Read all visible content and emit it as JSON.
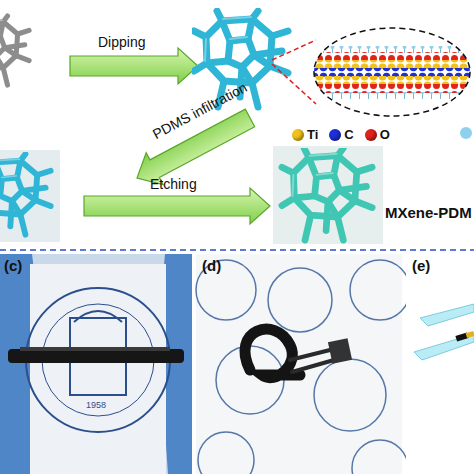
{
  "diagram": {
    "nodes": [
      {
        "text": [
          "MXene-PDM"
        ]
      }
    ],
    "labels": [
      "Dipping",
      "PDMS infiltration",
      "Etching",
      "(c)",
      "(d)",
      "(e)",
      "1958"
    ],
    "legend": [
      {
        "text": "Ti",
        "color": "#f2c21b"
      },
      {
        "text": "C",
        "color": "#1d2fd6"
      },
      {
        "text": "O",
        "color": "#e0231c"
      }
    ]
  }
}
